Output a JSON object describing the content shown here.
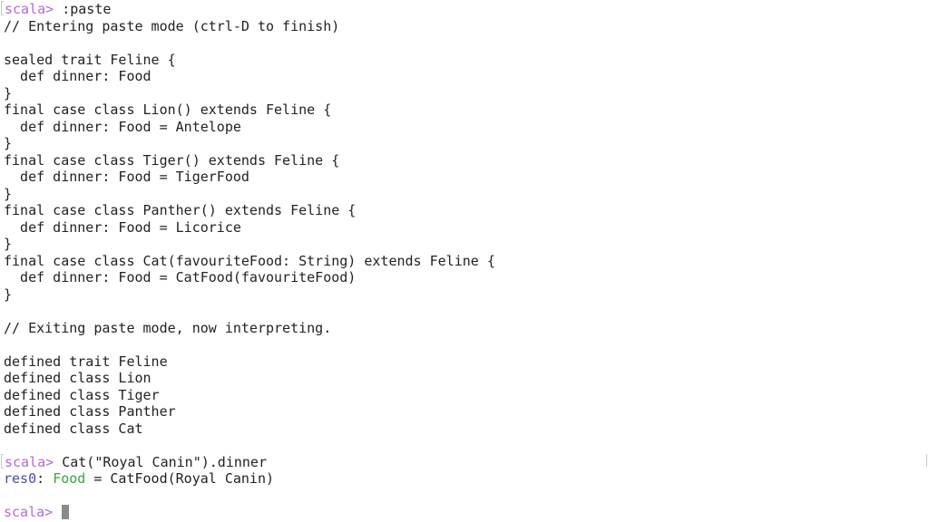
{
  "terminal": {
    "prompt": "scala>",
    "paste_command": ":paste",
    "lines": [
      "// Entering paste mode (ctrl-D to finish)",
      "",
      "sealed trait Feline {",
      "  def dinner: Food",
      "}",
      "final case class Lion() extends Feline {",
      "  def dinner: Food = Antelope",
      "}",
      "final case class Tiger() extends Feline {",
      "  def dinner: Food = TigerFood",
      "}",
      "final case class Panther() extends Feline {",
      "  def dinner: Food = Licorice",
      "}",
      "final case class Cat(favouriteFood: String) extends Feline {",
      "  def dinner: Food = CatFood(favouriteFood)",
      "}",
      "",
      "// Exiting paste mode, now interpreting.",
      "",
      "defined trait Feline",
      "defined class Lion",
      "defined class Tiger",
      "defined class Panther",
      "defined class Cat",
      ""
    ],
    "command2": "Cat(\"Royal Canin\").dinner",
    "result": {
      "name": "res0",
      "sep": ": ",
      "type": "Food",
      "value": " = CatFood(Royal Canin)"
    },
    "colors": {
      "prompt": "#b36bd1",
      "result_name": "#4a4ab0",
      "result_type": "#3aa53a",
      "cursor": "#8a8a8a"
    }
  }
}
